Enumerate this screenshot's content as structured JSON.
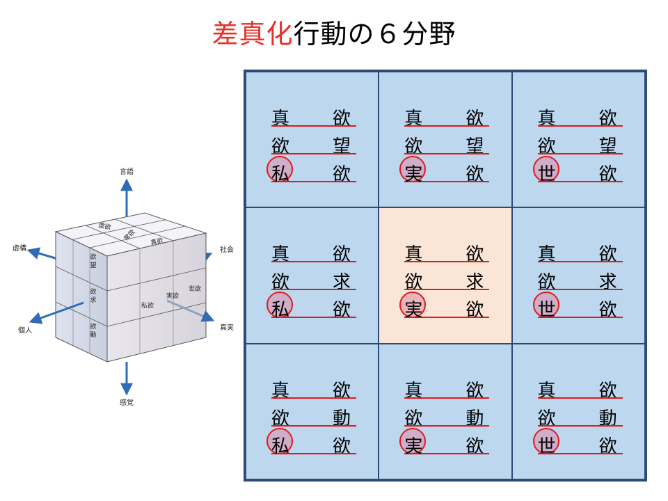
{
  "title": {
    "red": "差真化",
    "black": "行動の６分野"
  },
  "cube": {
    "axes": {
      "up": "言語",
      "down": "感覚",
      "left_top": "虚構",
      "left_bottom": "個人",
      "right_top": "社会",
      "right_bottom": "真実"
    },
    "top_face": [
      "虚欲",
      "常欲",
      "真欲"
    ],
    "left_face": [
      "欲望",
      "欲求",
      "欲動"
    ],
    "right_face": [
      "私欲",
      "実欲",
      "世欲"
    ]
  },
  "grid": {
    "rows": [
      {
        "cells": [
          {
            "r1": [
              "真",
              "欲"
            ],
            "r2": [
              "欲",
              "望"
            ],
            "r3": [
              "私",
              "欲"
            ]
          },
          {
            "r1": [
              "真",
              "欲"
            ],
            "r2": [
              "欲",
              "望"
            ],
            "r3": [
              "実",
              "欲"
            ]
          },
          {
            "r1": [
              "真",
              "欲"
            ],
            "r2": [
              "欲",
              "望"
            ],
            "r3": [
              "世",
              "欲"
            ]
          }
        ]
      },
      {
        "cells": [
          {
            "r1": [
              "真",
              "欲"
            ],
            "r2": [
              "欲",
              "求"
            ],
            "r3": [
              "私",
              "欲"
            ]
          },
          {
            "r1": [
              "真",
              "欲"
            ],
            "r2": [
              "欲",
              "求"
            ],
            "r3": [
              "実",
              "欲"
            ]
          },
          {
            "r1": [
              "真",
              "欲"
            ],
            "r2": [
              "欲",
              "求"
            ],
            "r3": [
              "世",
              "欲"
            ]
          }
        ]
      },
      {
        "cells": [
          {
            "r1": [
              "真",
              "欲"
            ],
            "r2": [
              "欲",
              "動"
            ],
            "r3": [
              "私",
              "欲"
            ]
          },
          {
            "r1": [
              "真",
              "欲"
            ],
            "r2": [
              "欲",
              "動"
            ],
            "r3": [
              "実",
              "欲"
            ]
          },
          {
            "r1": [
              "真",
              "欲"
            ],
            "r2": [
              "欲",
              "動"
            ],
            "r3": [
              "世",
              "欲"
            ]
          }
        ]
      }
    ]
  },
  "colors": {
    "cell_bg": "#bdd7ee",
    "center_bg": "#fbe5d6",
    "border": "#2b4a75",
    "accent_red": "#e01b1b",
    "arrow_blue": "#2e6db4"
  }
}
